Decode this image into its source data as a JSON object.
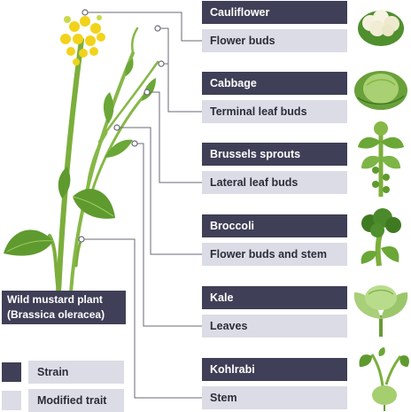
{
  "plant": {
    "line1": "Wild mustard plant",
    "line2": "(Brassica oleracea)"
  },
  "rows": [
    {
      "strain": "Cauliflower",
      "trait": "Flower buds",
      "icon": "cauliflower-icon"
    },
    {
      "strain": "Cabbage",
      "trait": "Terminal leaf buds",
      "icon": "cabbage-icon"
    },
    {
      "strain": "Brussels sprouts",
      "trait": "Lateral leaf buds",
      "icon": "brussels-sprouts-icon"
    },
    {
      "strain": "Broccoli",
      "trait": "Flower buds and stem",
      "icon": "broccoli-icon"
    },
    {
      "strain": "Kale",
      "trait": "Leaves",
      "icon": "kale-icon"
    },
    {
      "strain": "Kohlrabi",
      "trait": "Stem",
      "icon": "kohlrabi-icon"
    }
  ],
  "legend": {
    "strain": "Strain",
    "trait": "Modified trait"
  },
  "colors": {
    "strain_box": "#3f3f57",
    "trait_box": "#dcdce6",
    "connector": "#6a6a7a",
    "stem_green": "#7cae3c",
    "leaf_green": "#5f9a2f",
    "flower_yellow": "#f2d31b"
  }
}
